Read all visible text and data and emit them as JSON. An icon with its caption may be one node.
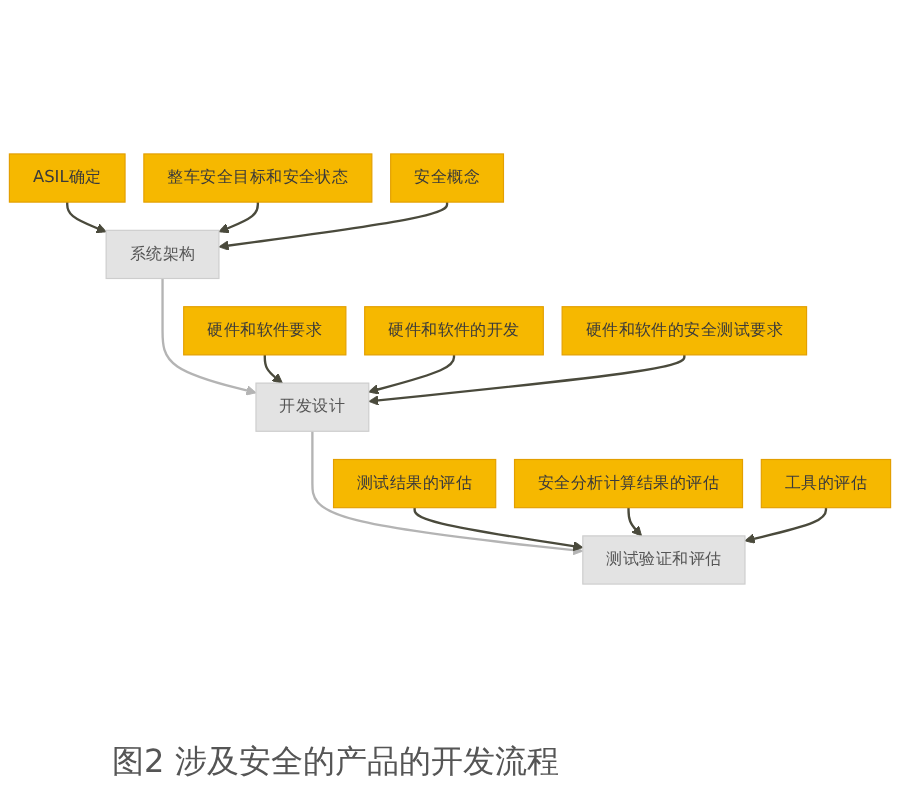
{
  "diagram": {
    "caption": "图2 涉及安全的产品的开发流程",
    "nodes": [
      {
        "text": [
          "系统架构"
        ]
      },
      {
        "text": [
          "ASIL确定"
        ]
      },
      {
        "text": [
          "整车安全目标和安全状态"
        ]
      },
      {
        "text": [
          "安全概念"
        ]
      },
      {
        "text": [
          "开发设计"
        ]
      },
      {
        "text": [
          "硬件和软件要求"
        ]
      },
      {
        "text": [
          "硬件和软件的开发"
        ]
      },
      {
        "text": [
          "硬件和软件的安全测试要求"
        ]
      },
      {
        "text": [
          "测试验证和评估"
        ]
      },
      {
        "text": [
          "测试结果的评估"
        ]
      },
      {
        "text": [
          "安全分析计算结果的评估"
        ]
      },
      {
        "text": [
          "工具的评估"
        ]
      }
    ],
    "edges": [
      {
        "from": 1,
        "to": 0,
        "arrow": "to"
      },
      {
        "from": 2,
        "to": 0,
        "arrow": "to"
      },
      {
        "from": 3,
        "to": 0,
        "arrow": "to"
      },
      {
        "from": 0,
        "to": 4,
        "arrow": "to",
        "color": "#b4b4b4"
      },
      {
        "from": 5,
        "to": 4,
        "arrow": "to"
      },
      {
        "from": 6,
        "to": 4,
        "arrow": "to"
      },
      {
        "from": 7,
        "to": 4,
        "arrow": "to"
      },
      {
        "from": 4,
        "to": 8,
        "arrow": "to",
        "color": "#b4b4b4"
      },
      {
        "from": 9,
        "to": 8,
        "arrow": "to"
      },
      {
        "from": 10,
        "to": 8,
        "arrow": "to"
      },
      {
        "from": 11,
        "to": 8,
        "arrow": "to"
      }
    ]
  }
}
